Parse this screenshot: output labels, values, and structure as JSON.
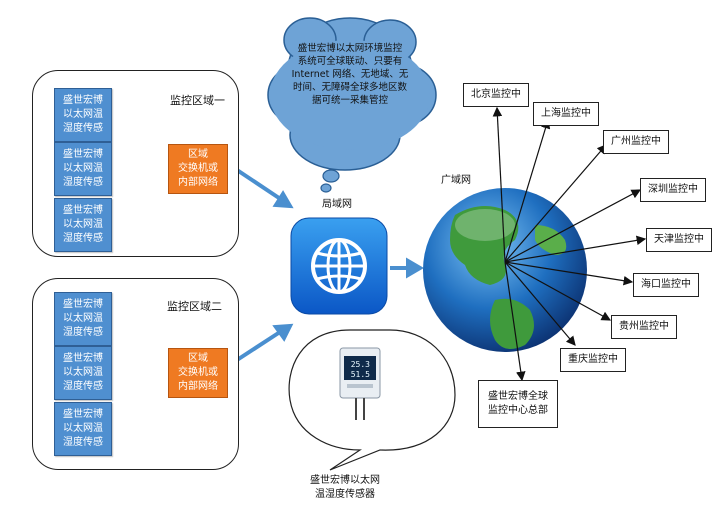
{
  "cloud_text": "盛世宏博以太网环境监控\n系统可全球联动、只要有\nInternet 网络、无地域、无\n时间、无障碍全球多地区数\n据可统一采集管控",
  "lan_label": "局域网",
  "wan_label": "广域网",
  "region1": {
    "label": "监控区域一",
    "sensors": [
      "盛世宏博\n以太网温\n湿度传感",
      "盛世宏博\n以太网温\n湿度传感",
      "盛世宏博\n以太网温\n湿度传感"
    ],
    "switch": "区域\n交换机或\n内部网络"
  },
  "region2": {
    "label": "监控区域二",
    "sensors": [
      "盛世宏博\n以太网温\n湿度传感",
      "盛世宏博\n以太网温\n湿度传感",
      "盛世宏博\n以太网温\n湿度传感"
    ],
    "switch": "区域\n交换机或\n内部网络"
  },
  "device": {
    "display_top": "25.3",
    "display_bottom": "51.5",
    "caption": "盛世宏博以太网\n温湿度传感器"
  },
  "centers": [
    "北京监控中",
    "上海监控中",
    "广州监控中",
    "深圳监控中",
    "天津监控中",
    "海口监控中",
    "贵州监控中",
    "重庆监控中"
  ],
  "hq": "盛世宏博全球\n监控中心总部",
  "colors": {
    "sensor_blue": "#4f8fd0",
    "switch_orange": "#ef7a22",
    "cloud_blue": "#6ea3d6",
    "arrow_blue": "#4a8fcf"
  }
}
